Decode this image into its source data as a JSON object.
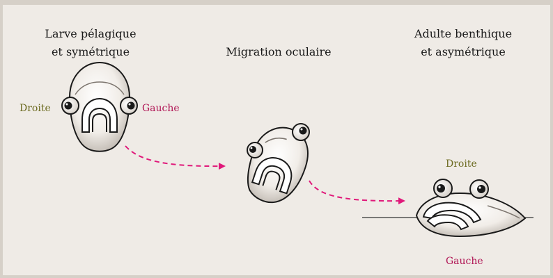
{
  "stages": [
    {
      "line1": "Larve pélagique",
      "line2": "et symétrique"
    },
    {
      "line1": "Migration oculaire"
    },
    {
      "line1": "Adulte benthique",
      "line2": "et asymétrique"
    }
  ],
  "labels": {
    "droite_1": "Droite",
    "gauche_1": "Gauche",
    "droite_3": "Droite",
    "gauche_3": "Gauche"
  },
  "colors": {
    "background": "#efebe6",
    "arrow": "#e0187a",
    "droite": "#6b6a1f",
    "gauche": "#b01454"
  }
}
